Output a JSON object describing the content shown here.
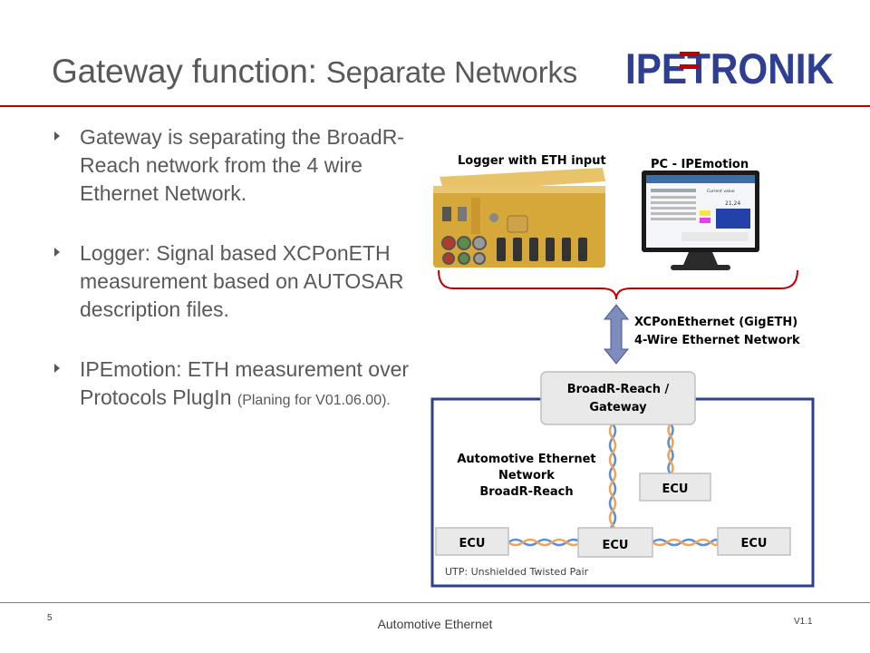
{
  "title": {
    "main": "Gateway function:",
    "sub": "Separate Networks"
  },
  "logo": {
    "text": "IPETRONIK"
  },
  "bullets": [
    {
      "text": "Gateway is separating the BroadR-Reach network from the 4 wire Ethernet Network."
    },
    {
      "text": "Logger: Signal based XCPonETH measurement based on AUTOSAR description files."
    },
    {
      "text": "IPEmotion: ETH measurement over Protocols PlugIn",
      "note": "(Planing for V01.06.00)."
    }
  ],
  "diagram": {
    "logger_label": "Logger with ETH input",
    "pc_label": "PC - IPEmotion",
    "link_label_1": "XCPonEthernet (GigETH)",
    "link_label_2": "4-Wire Ethernet Network",
    "gateway_line1": "BroadR-Reach /",
    "gateway_line2": "Gateway",
    "network_line1": "Automotive Ethernet",
    "network_line2": "Network",
    "network_line3": "BroadR-Reach",
    "ecu_label": "ECU",
    "utp_note": "UTP: Unshielded Twisted Pair",
    "pc_screen": {
      "header": "Current value",
      "value": "21,24"
    },
    "colors": {
      "frame": "#2e3f93",
      "arrow": "#7e8bbd",
      "brace": "#c00000",
      "wire_blue": "#5b8fd1",
      "wire_orange": "#f0a35a",
      "logger": "#d6a83a"
    }
  },
  "footer": {
    "center": "Automotive Ethernet",
    "page": "5",
    "version": "V1.1"
  }
}
